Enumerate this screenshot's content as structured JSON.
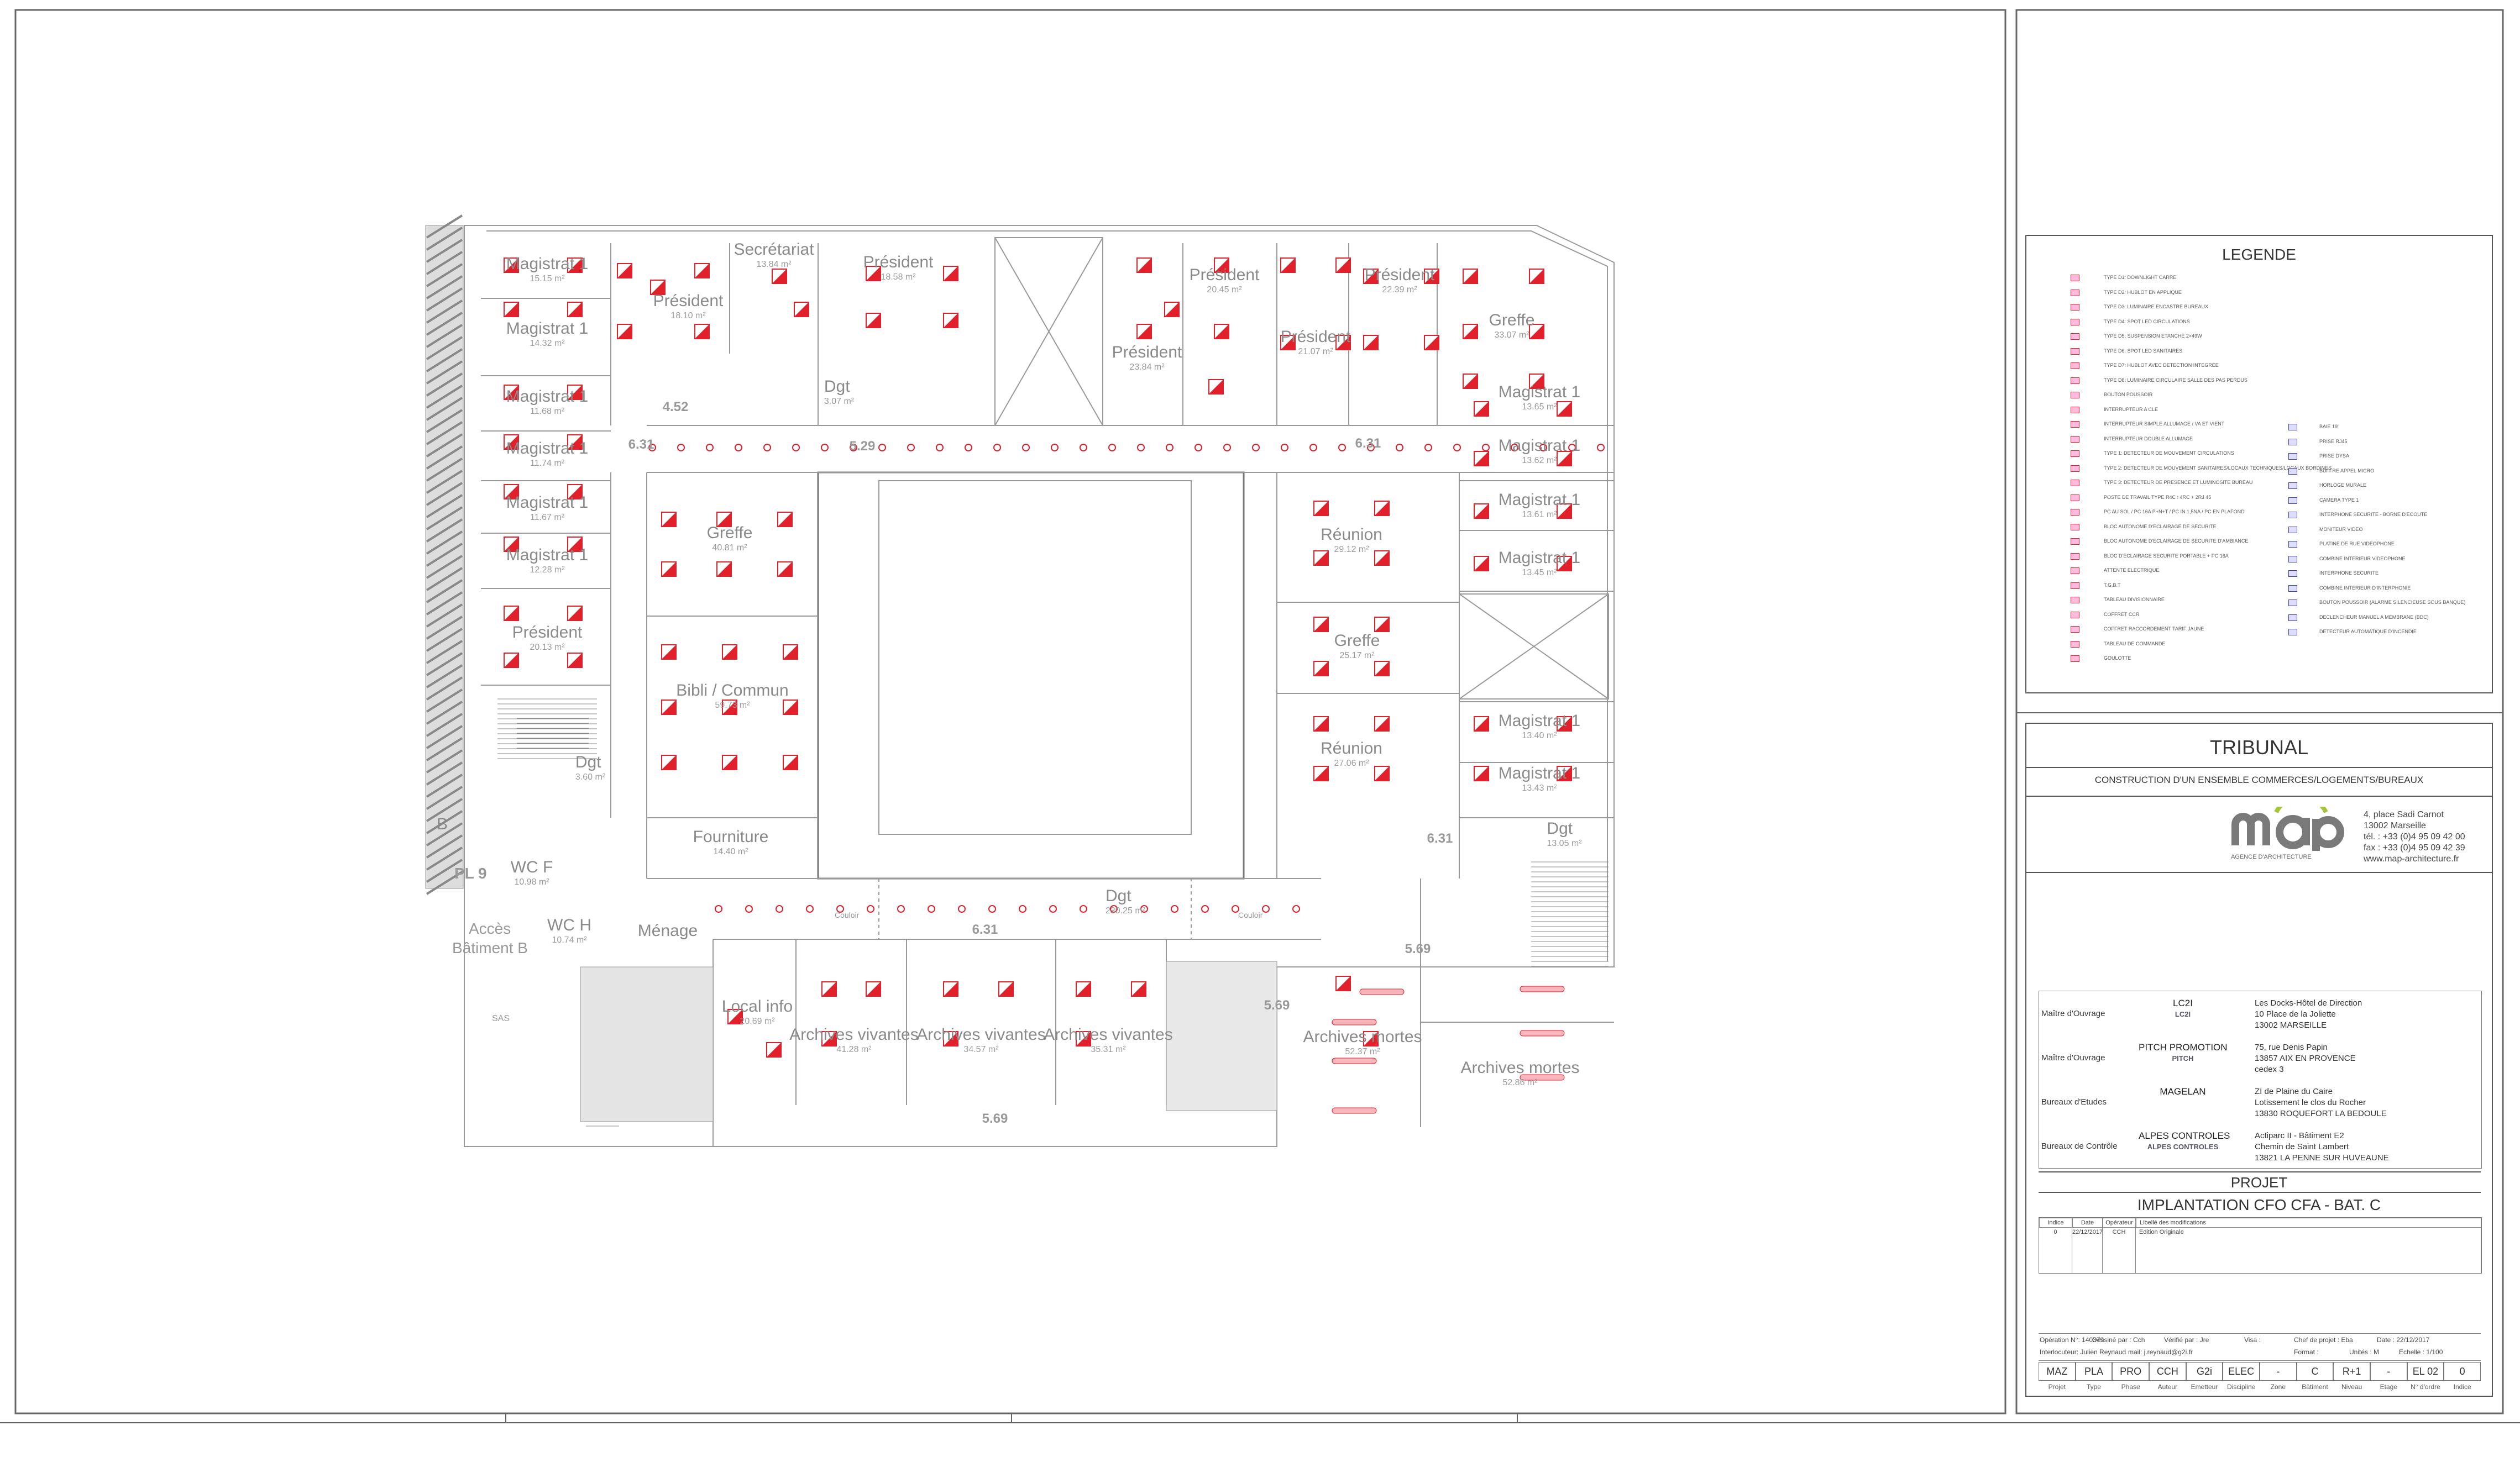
{
  "plan": {
    "rooms": [
      {
        "name": "Magistrat 1",
        "area": "15.15 m²"
      },
      {
        "name": "Magistrat 1",
        "area": "14.32 m²"
      },
      {
        "name": "Magistrat 1",
        "area": "11.68 m²"
      },
      {
        "name": "Magistrat 1",
        "area": "11.74 m²"
      },
      {
        "name": "Magistrat 1",
        "area": "11.67 m²"
      },
      {
        "name": "Magistrat 1",
        "area": "12.28 m²"
      },
      {
        "name": "Président",
        "area": "20.13 m²"
      },
      {
        "name": "Président",
        "area": "18.10 m²"
      },
      {
        "name": "Secrétariat",
        "area": "13.84 m²"
      },
      {
        "name": "Président",
        "area": "18.58 m²"
      },
      {
        "name": "Dgt",
        "area": "3.07 m²"
      },
      {
        "name": "Président",
        "area": "20.45 m²"
      },
      {
        "name": "Président",
        "area": "23.84 m²"
      },
      {
        "name": "Président",
        "area": "22.39 m²"
      },
      {
        "name": "Président",
        "area": "21.07 m²"
      },
      {
        "name": "Greffe",
        "area": "33.07 m²"
      },
      {
        "name": "Magistrat 1",
        "area": "13.65 m²"
      },
      {
        "name": "Magistrat 1",
        "area": "13.62 m²"
      },
      {
        "name": "Magistrat 1",
        "area": "13.61 m²"
      },
      {
        "name": "Magistrat 1",
        "area": "13.45 m²"
      },
      {
        "name": "Greffe",
        "area": "40.81 m²"
      },
      {
        "name": "Bibli / Commun",
        "area": "59.73 m²"
      },
      {
        "name": "Réunion",
        "area": "29.12 m²"
      },
      {
        "name": "Greffe",
        "area": "25.17 m²"
      },
      {
        "name": "Réunion",
        "area": "27.06 m²"
      },
      {
        "name": "Magistrat 1",
        "area": "13.40 m²"
      },
      {
        "name": "Magistrat 1",
        "area": "13.43 m²"
      },
      {
        "name": "Dgt",
        "area": "13.05 m²"
      },
      {
        "name": "Dgt",
        "area": "3.60 m²"
      },
      {
        "name": "Fourniture",
        "area": "14.40 m²"
      },
      {
        "name": "Dgt",
        "area": "230.25 m²"
      },
      {
        "name": "WC F",
        "area": "10.98 m²"
      },
      {
        "name": "WC H",
        "area": "10.74 m²"
      },
      {
        "name": "Ménage",
        "area": ""
      },
      {
        "name": "Local info",
        "area": "20.69 m²"
      },
      {
        "name": "Archives vivantes",
        "area": "41.28 m²"
      },
      {
        "name": "Archives vivantes",
        "area": "34.57 m²"
      },
      {
        "name": "Archives vivantes",
        "area": "35.31 m²"
      },
      {
        "name": "Archives mortes",
        "area": "52.37 m²"
      },
      {
        "name": "Archives mortes",
        "area": "52.86 m²"
      }
    ],
    "levels": [
      "6.31",
      "5.29",
      "6.31",
      "6.31",
      "6.31",
      "5.69",
      "5.69",
      "5.69",
      "4.52"
    ],
    "side_labels": [
      "B",
      "PL 9",
      "Accès",
      "Bâtiment B"
    ],
    "small_labels": [
      "Couloir",
      "Couloir",
      "SAS"
    ]
  },
  "legend": {
    "title": "LEGENDE",
    "left_items": [
      "TYPE D1: DOWNLIGHT CARRE",
      "TYPE D2: HUBLOT EN APPLIQUE",
      "TYPE D3: LUMINAIRE ENCASTRE BUREAUX",
      "TYPE D4: SPOT LED CIRCULATIONS",
      "TYPE D5: SUSPENSION ETANCHE 2×49W",
      "TYPE D6: SPOT LED SANITAIRES",
      "TYPE D7: HUBLOT AVEC DETECTION INTEGREE",
      "TYPE D8: LUMINAIRE CIRCULAIRE SALLE DES PAS PERDUS",
      "BOUTON POUSSOIR",
      "INTERRUPTEUR A CLE",
      "INTERRUPTEUR SIMPLE ALLUMAGE / VA ET VIENT",
      "INTERRUPTEUR DOUBLE ALLUMAGE",
      "TYPE 1: DETECTEUR DE MOUVEMENT CIRCULATIONS",
      "TYPE 2: DETECTEUR DE MOUVEMENT SANITAIRES/LOCAUX TECHNIQUES/LOCAUX BORDINES",
      "TYPE 3: DETECTEUR DE PRESENCE ET LUMINOSITE BUREAU",
      "POSTE DE TRAVAIL TYPE R4C : 4RC + 2RJ 45",
      "PC AU SOL / PC 16A P+N+T / PC IN 1,5NA / PC EN PLAFOND",
      "BLOC AUTONOME D'ECLAIRAGE DE SECURITE",
      "BLOC AUTONOME D'ECLAIRAGE DE SECURITE D'AMBIANCE",
      "BLOC D'ECLAIRAGE SECURITE PORTABLE + PC 16A",
      "ATTENTE ELECTRIQUE",
      "T.G.B.T",
      "TABLEAU DIVISIONNAIRE",
      "COFFRET CCR",
      "COFFRET RACCORDEMENT TARIF JAUNE",
      "TABLEAU DE COMMANDE",
      "GOULOTTE"
    ],
    "right_items": [
      "BAIE 19\"",
      "PRISE RJ45",
      "PRISE DYSA",
      "BUFFRE APPEL MICRO",
      "HORLOGE MURALE",
      "CAMERA TYPE 1",
      "INTERPHONE SECURITE - BORNE D'ECOUTE",
      "MONITEUR VIDEO",
      "PLATINE DE RUE VIDEOPHONE",
      "COMBINE INTERIEUR VIDEOPHONE",
      "INTERPHONE SECURITE",
      "COMBINE INTERIEUR D'INTERPHONIE",
      "BOUTON POUSSOIR (ALARME SILENCIEUSE SOUS BANQUE)",
      "DECLENCHEUR MANUEL A MEMBRANE (BDC)",
      "DETECTEUR AUTOMATIQUE D'INCENDIE"
    ]
  },
  "title_block": {
    "project_name": "TRIBUNAL",
    "project_desc": "CONSTRUCTION D'UN ENSEMBLE COMMERCES/LOGEMENTS/BUREAUX",
    "agency": {
      "logo": "map",
      "logo_sub": "AGENCE D'ARCHITECTURE",
      "address_1": "4, place Sadi Carnot",
      "address_2": "13002 Marseille",
      "tel": "tél. : +33 (0)4 95 09 42 00",
      "fax": "fax : +33 (0)4 95 09 42 39",
      "web": "www.map-architecture.fr"
    },
    "actors": [
      {
        "role": "Maître d'Ouvrage",
        "name": "LC2I",
        "logo": "LC2I",
        "lines": [
          "Les Docks-Hôtel de Direction",
          "10 Place de la Joliette",
          "13002 MARSEILLE"
        ]
      },
      {
        "role": "Maître d'Ouvrage",
        "name": "PITCH PROMOTION",
        "logo": "PITCH",
        "lines": [
          "75, rue Denis Papin",
          "13857 AIX EN PROVENCE",
          "cedex 3"
        ]
      },
      {
        "role": "Bureaux d'Etudes",
        "name": "MAGELAN",
        "logo": "",
        "lines": [
          "ZI de Plaine du Caire",
          "Lotissement le clos du Rocher",
          "13830 ROQUEFORT LA BEDOULE"
        ]
      },
      {
        "role": "Bureaux de Contrôle",
        "name": "ALPES CONTROLES",
        "logo": "ALPES CONTROLES",
        "lines": [
          "Actiparc II - Bâtiment E2",
          "Chemin de Saint Lambert",
          "13821 LA PENNE SUR HUVEAUNE"
        ]
      }
    ],
    "projet_label": "PROJET",
    "drawing_title": "IMPLANTATION CFO CFA - BAT. C",
    "revision_headers": [
      "Indice",
      "Date",
      "Opérateur",
      "Libellé des modifications"
    ],
    "revision_rows": [
      [
        "0",
        "22/12/2017",
        "CCH",
        "Edition Originale"
      ]
    ],
    "info_lines": [
      [
        "Opération N°: 140379",
        "Dessiné par : Cch",
        "Vérifié par : Jre",
        "Visa :",
        "Chef de projet : Eba",
        "Date : 22/12/2017"
      ],
      [
        "Interlocuteur: Julien Reynaud",
        "mail: j.reynaud@g2i.fr",
        "",
        "",
        "Format :",
        "Unités : M",
        "Echelle : 1/100"
      ]
    ],
    "code_cells": [
      "MAZ",
      "PLA",
      "PRO",
      "CCH",
      "G2i",
      "ELEC",
      "-",
      "C",
      "R+1",
      "-",
      "EL 02",
      "0"
    ],
    "code_labels": [
      "Projet",
      "Type",
      "Phase",
      "Auteur",
      "Emetteur",
      "Discipline",
      "Zone",
      "Bâtiment",
      "Niveau",
      "Etage",
      "N° d'ordre",
      "Indice"
    ]
  }
}
